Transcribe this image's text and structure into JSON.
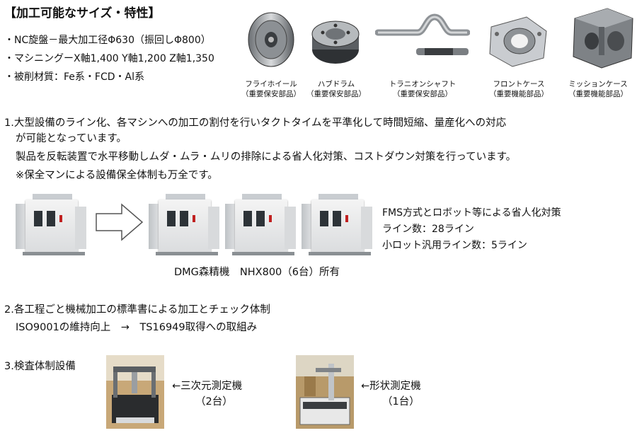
{
  "title": "【加工可能なサイズ・特性】",
  "specs": [
    "・NC旋盤－最大加工径Φ630（振回しΦ800）",
    "・マシニングーX軸1,400 Y軸1,200 Z軸1,350",
    "・被削材質：Fe系・FCD・Al系"
  ],
  "parts": [
    {
      "name": "フライホイール",
      "note": "（重要保安部品）",
      "icon": "flywheel-icon"
    },
    {
      "name": "ハブドラム",
      "note": "（重要保安部品）",
      "icon": "hub-drum-icon"
    },
    {
      "name": "トラニオンシャフト",
      "note": "（重要保安部品）",
      "icon": "trunnion-shaft-icon"
    },
    {
      "name": "フロントケース",
      "note": "（重要機能部品）",
      "icon": "front-case-icon"
    },
    {
      "name": "ミッションケース",
      "note": "（重要機能部品）",
      "icon": "mission-case-icon"
    }
  ],
  "section1": {
    "line1": "1.大型設備のライン化、各マシンへの加工の割付を行いタクトタイムを平準化して時間短縮、量産化への対応",
    "line2": "が可能となっています。",
    "line3": "製品を反転装置で水平移動しムダ・ムラ・ムリの排除による省人化対策、コストダウン対策を行っています。",
    "line4": "※保全マンによる設備保全体制も万全です。"
  },
  "fms": {
    "line1": "FMS方式とロボット等による省人化対策",
    "line2": "ライン数：28ライン",
    "line3": "小ロット汎用ライン数：5ライン"
  },
  "machine_caption": "DMG森精機　NHX800（6台）所有",
  "section2": {
    "line1": "2.各工程ごと機械加工の標準書による加工とチェック体制",
    "line2": "ISO9001の維持向上　→　TS16949取得への取組み"
  },
  "section3": {
    "title": "3.検査体制設備",
    "cmm_label": "←三次元測定機",
    "cmm_count": "（2台）",
    "shape_label": "←形状測定機",
    "shape_count": "（1台）"
  }
}
